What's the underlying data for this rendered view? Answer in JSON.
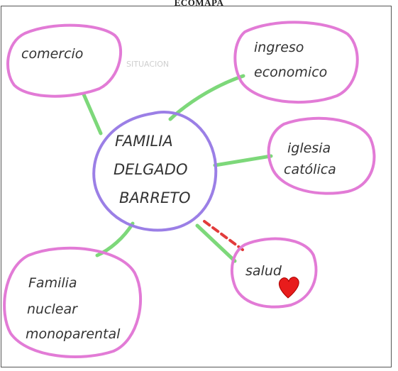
{
  "title": "ECOMAPA",
  "faint_text": "SITUACION",
  "center": {
    "lines": [
      "FAMILIA",
      "DELGADO",
      "BARRETO"
    ],
    "stroke": "#9b7fe6"
  },
  "nodes": {
    "comercio": {
      "lines": [
        "comercio"
      ]
    },
    "ingreso": {
      "lines": [
        "ingreso",
        "economico"
      ]
    },
    "iglesia": {
      "lines": [
        "iglesia",
        "católica"
      ]
    },
    "salud": {
      "lines": [
        "salud"
      ]
    },
    "familia_nuclear": {
      "lines": [
        "Familia",
        "nuclear",
        "monoparental"
      ]
    }
  },
  "colors": {
    "node_stroke": "#e27bd6",
    "link_green": "#7dd87a",
    "link_red": "#e23b3b",
    "heart": "#e81c1c"
  },
  "connections": [
    {
      "from": "center",
      "to": "comercio",
      "type": "normal"
    },
    {
      "from": "center",
      "to": "ingreso",
      "type": "normal"
    },
    {
      "from": "center",
      "to": "iglesia",
      "type": "normal"
    },
    {
      "from": "center",
      "to": "familia_nuclear",
      "type": "normal"
    },
    {
      "from": "center",
      "to": "salud",
      "type": "normal"
    },
    {
      "from": "center",
      "to": "salud",
      "type": "stress"
    }
  ]
}
